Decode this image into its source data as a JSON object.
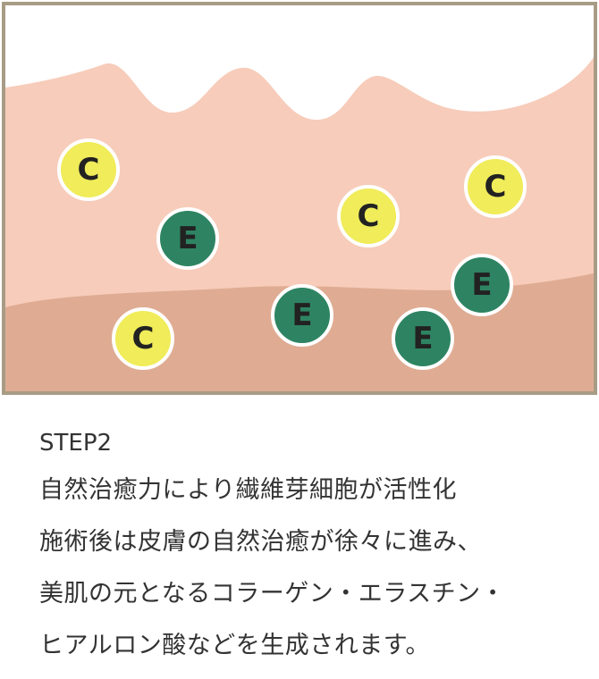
{
  "diagram": {
    "colors": {
      "frame_border": "#a89c86",
      "epidermis": "#f7ccba",
      "dermis": "#dfac93",
      "surface_background": "#ffffff",
      "vitamin_c_fill": "#f0ec5a",
      "vitamin_e_fill": "#2e8462",
      "label_color": "#222222"
    },
    "particles": [
      {
        "type": "vitamin-c",
        "label": "C"
      },
      {
        "type": "vitamin-e",
        "label": "E"
      },
      {
        "type": "vitamin-c",
        "label": "C"
      },
      {
        "type": "vitamin-c",
        "label": "C"
      },
      {
        "type": "vitamin-e",
        "label": "E"
      },
      {
        "type": "vitamin-c",
        "label": "C"
      },
      {
        "type": "vitamin-e",
        "label": "E"
      },
      {
        "type": "vitamin-e",
        "label": "E"
      }
    ]
  },
  "caption": {
    "step": "STEP2",
    "lines": [
      "自然治癒力により繊維芽細胞が活性化",
      "施術後は皮膚の自然治癒が徐々に進み、",
      "美肌の元となるコラーゲン・エラスチン・",
      "ヒアルロン酸などを生成されます。"
    ]
  }
}
